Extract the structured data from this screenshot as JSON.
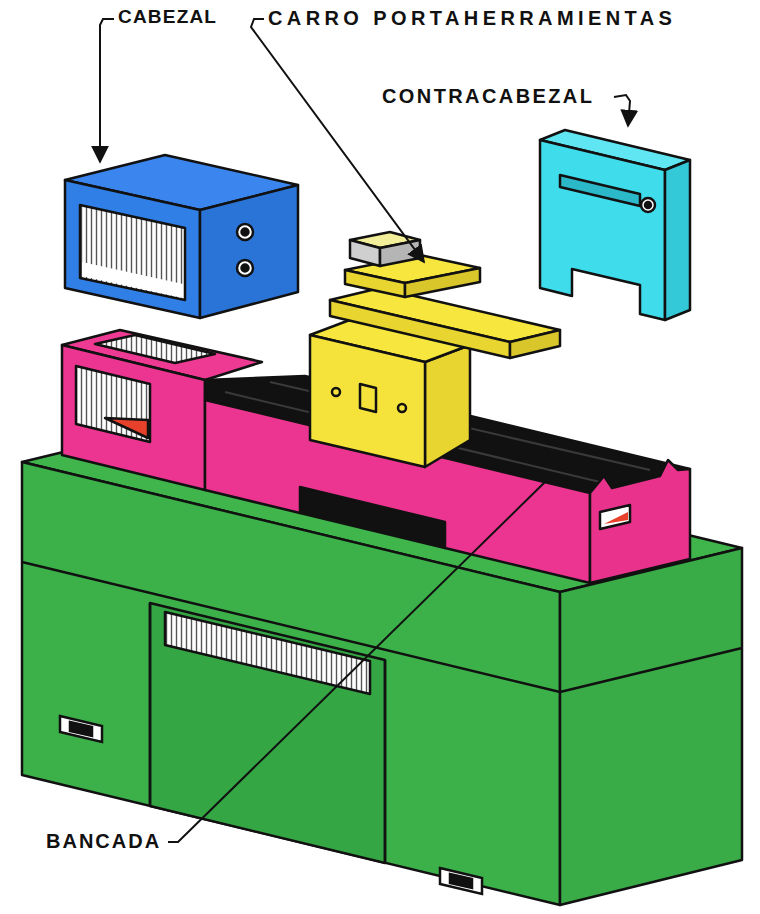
{
  "diagram": {
    "labels": [
      "CABEZAL",
      "CARRO PORTAHERRAMIENTAS",
      "CONTRACABEZAL",
      "BANCADA"
    ]
  }
}
